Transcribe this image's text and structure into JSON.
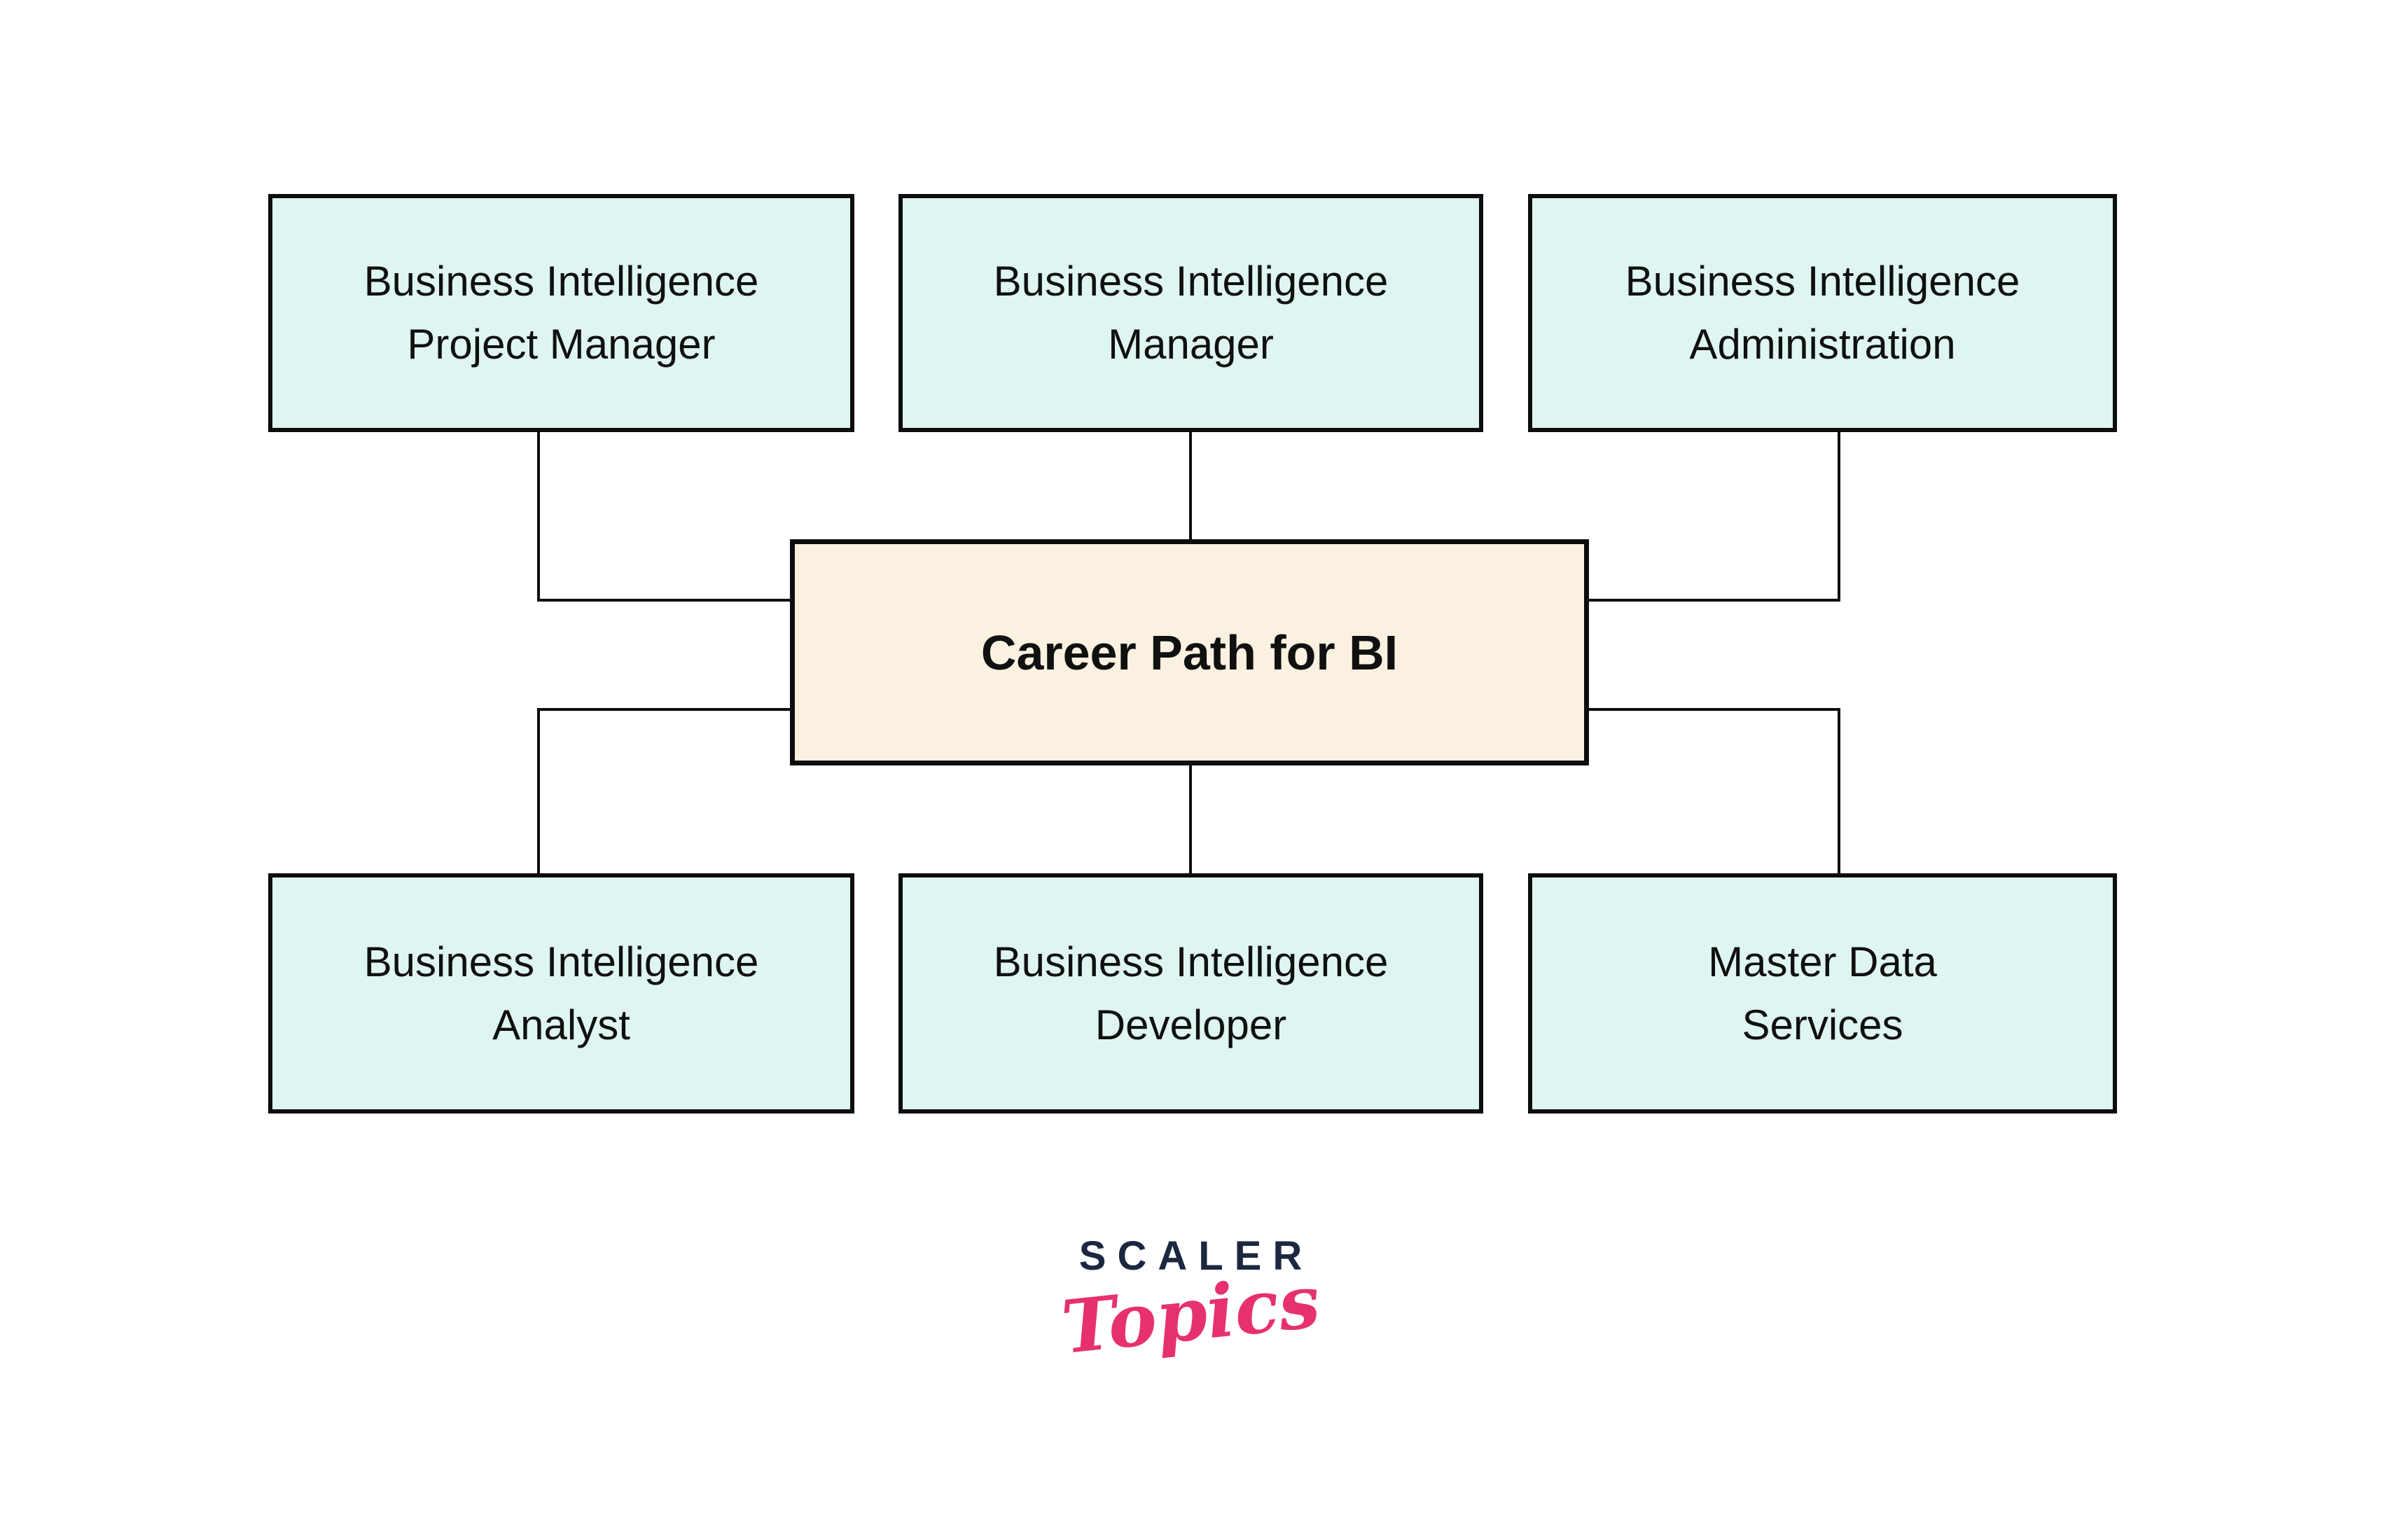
{
  "diagram": {
    "center_node": {
      "label": "Career Path for BI"
    },
    "top_nodes": [
      {
        "id": "bi-project-manager",
        "lines": [
          "Business Intelligence",
          "Project Manager"
        ]
      },
      {
        "id": "bi-manager",
        "lines": [
          "Business Intelligence",
          "Manager"
        ]
      },
      {
        "id": "bi-administration",
        "lines": [
          "Business Intelligence",
          "Administration"
        ]
      }
    ],
    "bottom_nodes": [
      {
        "id": "bi-analyst",
        "lines": [
          "Business Intelligence",
          "Analyst"
        ]
      },
      {
        "id": "bi-developer",
        "lines": [
          "Business Intelligence",
          "Developer"
        ]
      },
      {
        "id": "master-data-services",
        "lines": [
          "Master Data",
          "Services"
        ]
      }
    ]
  },
  "logo": {
    "brand": "SCALER",
    "product": "Topics"
  },
  "colors": {
    "node_bg": "#dff5f1",
    "center_bg": "#fbf1e1",
    "line": "#0d0d0d",
    "text": "#101010",
    "brand_navy": "#1c2740",
    "brand_pink": "#e7316e"
  }
}
